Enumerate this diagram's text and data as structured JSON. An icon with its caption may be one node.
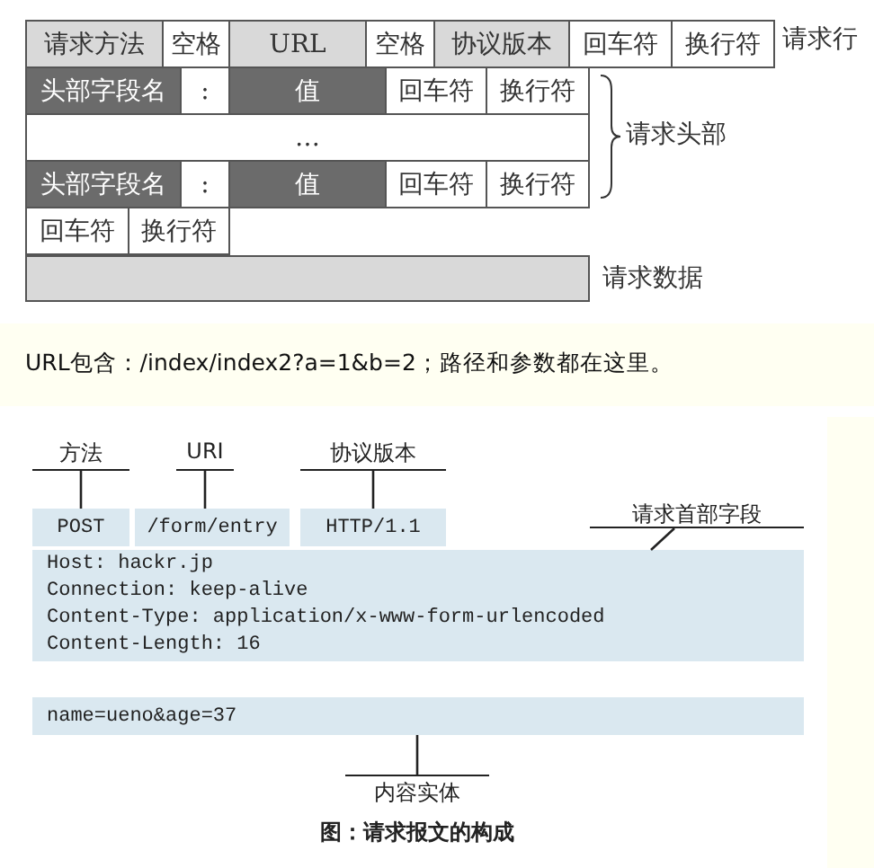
{
  "diagram": {
    "caption": "图：请求报文的构成",
    "nodes": [
      {
        "text": [
          "请求方法"
        ]
      },
      {
        "text": [
          "空格"
        ]
      },
      {
        "text": [
          "URL"
        ]
      },
      {
        "text": [
          "空格"
        ]
      },
      {
        "text": [
          "协议版本"
        ]
      },
      {
        "text": [
          "回车符"
        ]
      },
      {
        "text": [
          "换行符"
        ],
        "beside": [
          "请求行"
        ]
      },
      {
        "text": [
          "头部字段名"
        ]
      },
      {
        "text": [
          ":"
        ]
      },
      {
        "text": [
          "值"
        ]
      },
      {
        "text": [
          "回车符"
        ]
      },
      {
        "text": [
          "换行符"
        ]
      },
      {
        "text": [
          "…"
        ]
      },
      {
        "text": [
          "头部字段名"
        ]
      },
      {
        "text": [
          ":"
        ]
      },
      {
        "text": [
          "值"
        ]
      },
      {
        "text": [
          "回车符"
        ]
      },
      {
        "text": [
          "换行符"
        ]
      },
      {
        "text": [
          "回车符"
        ]
      },
      {
        "text": [
          "换行符"
        ]
      },
      {
        "text": [],
        "shape": "box",
        "beside": [
          "请求数据"
        ]
      },
      {
        "text": [
          "方法"
        ]
      },
      {
        "text": [
          "URI"
        ]
      },
      {
        "text": [
          "协议版本"
        ]
      },
      {
        "text": [
          "POST"
        ]
      },
      {
        "text": [
          "/form/entry"
        ]
      },
      {
        "text": [
          "HTTP/1.1"
        ]
      },
      {
        "text": [
          "请求首部字段"
        ]
      },
      {
        "text": [
          "Host: hackr.jp",
          "Connection: keep-alive",
          "Content-Type: application/x-www-form-urlencoded",
          "Content-Length: 16"
        ]
      },
      {
        "text": [
          "name=ueno&age=37"
        ]
      },
      {
        "text": [
          "内容实体"
        ]
      }
    ],
    "edges": [
      {
        "from": 21,
        "to": 24,
        "arrow": "none"
      },
      {
        "from": 22,
        "to": 25,
        "arrow": "none"
      },
      {
        "from": 23,
        "to": 26,
        "arrow": "none"
      },
      {
        "from": 27,
        "to": 28,
        "arrow": "none"
      },
      {
        "from": 30,
        "to": 29,
        "arrow": "none"
      }
    ],
    "labels": [
      "请求头部",
      "URL包含：/index/index2?a=1&b=2；路径和参数都在这里。"
    ]
  }
}
